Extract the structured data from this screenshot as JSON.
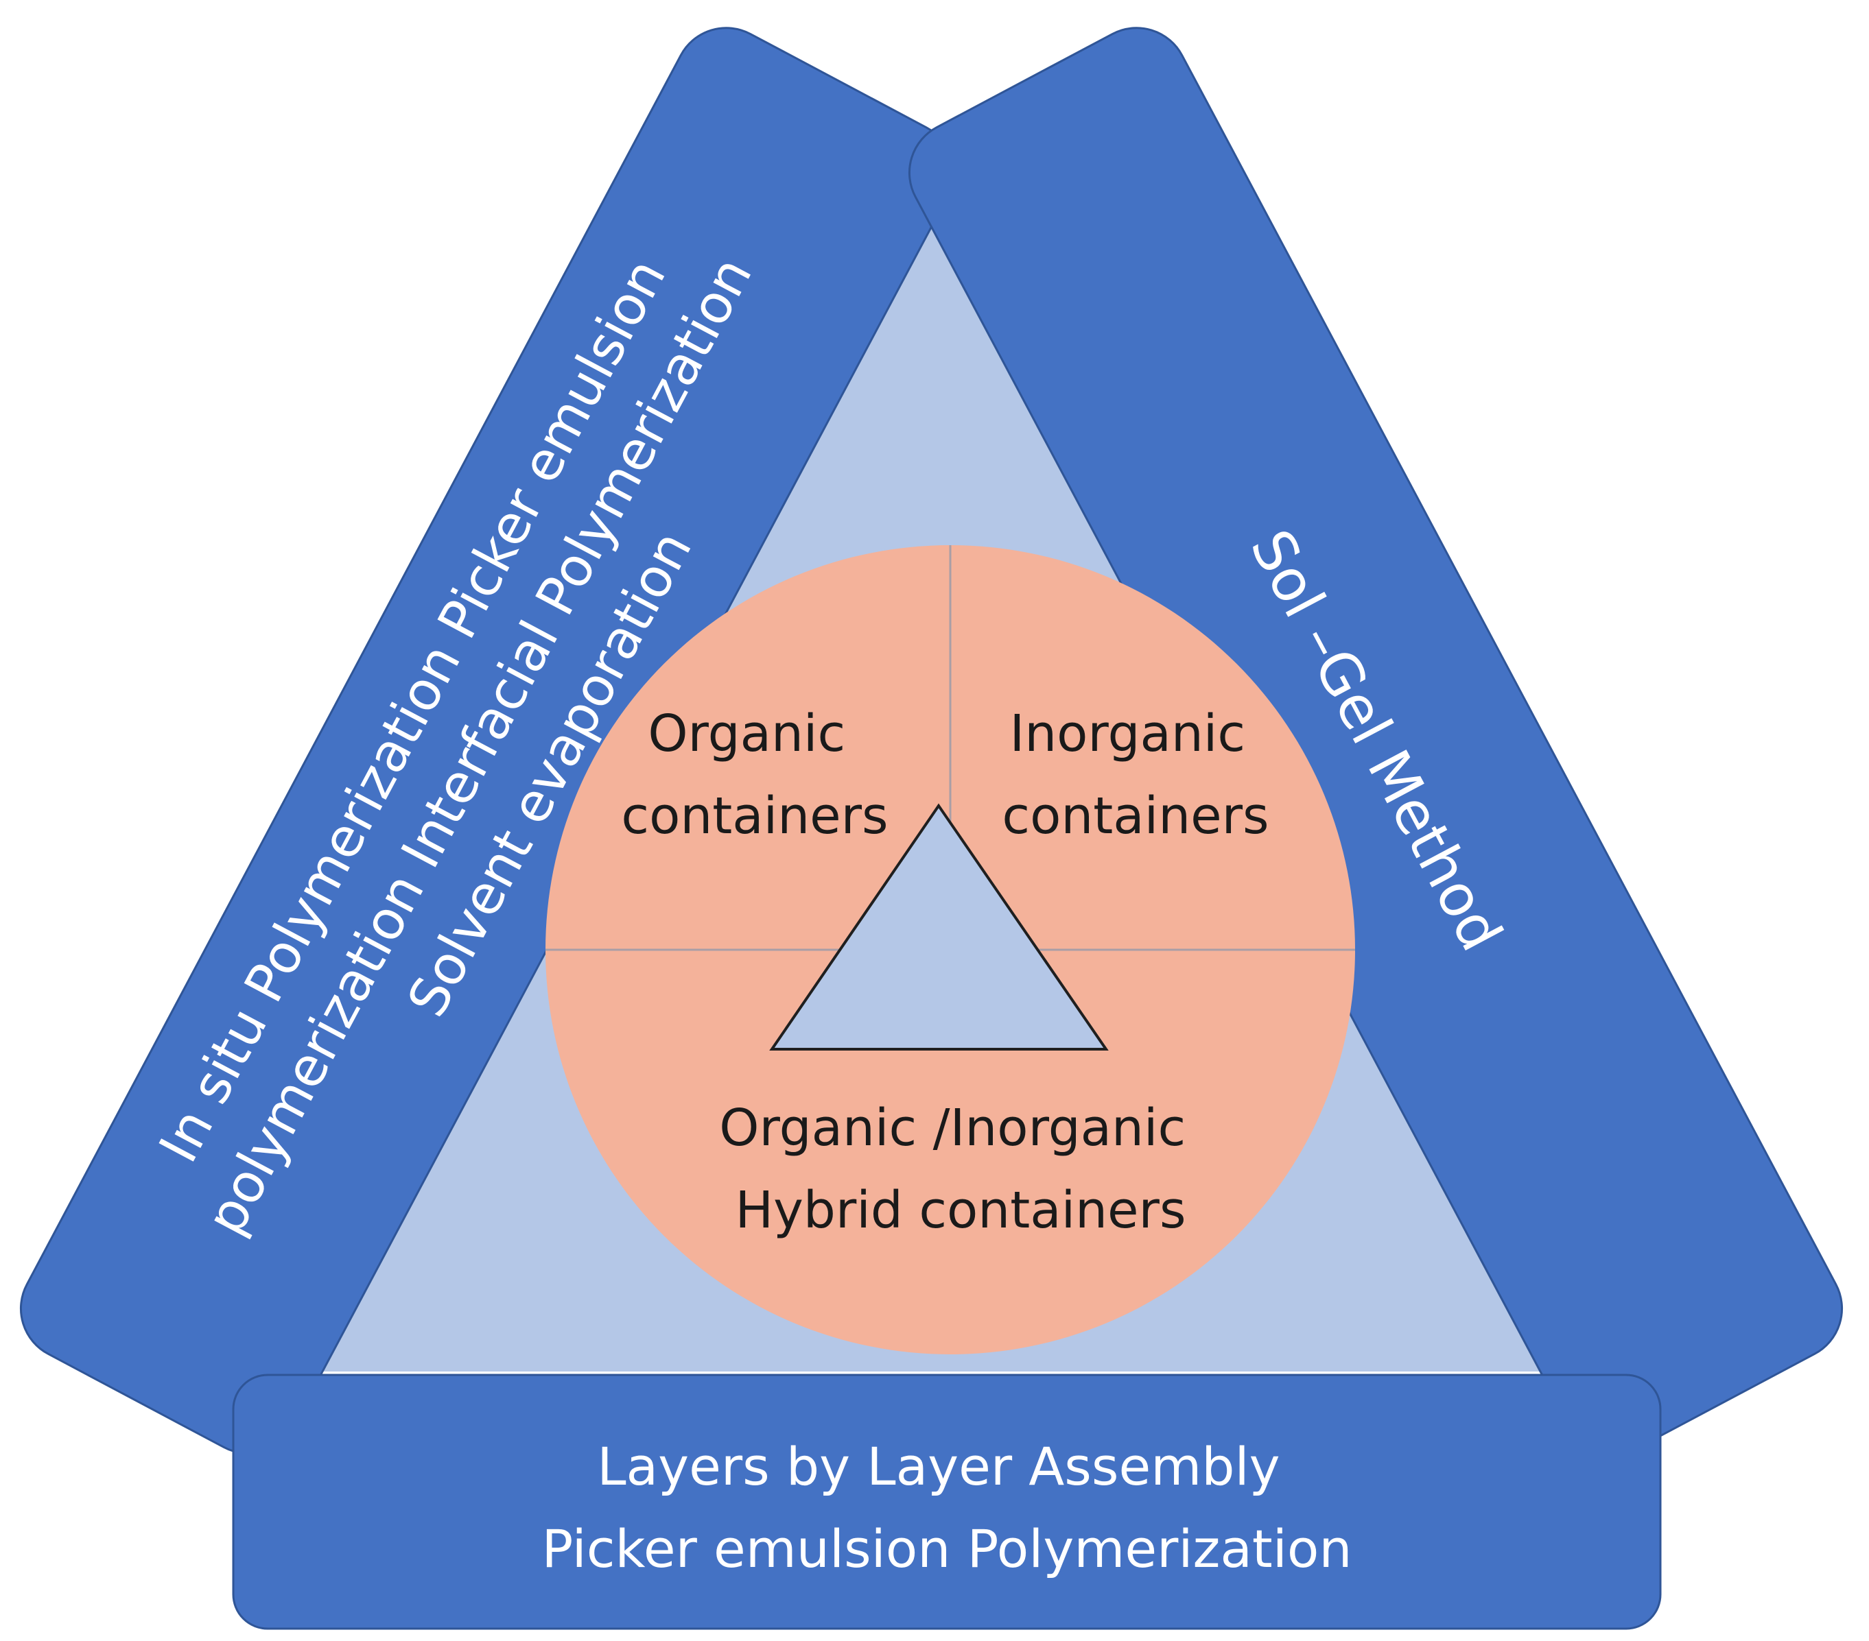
{
  "colors": {
    "band_fill": "#4472c4",
    "band_stroke": "#2f5597",
    "triangle_fill": "#b4c7e7",
    "circle_fill": "#f4b29a",
    "circle_stroke": "#a99ea6",
    "text_light": "#ffffff",
    "text_dark": "#1a1a1a"
  },
  "bands": {
    "left": {
      "lines": [
        "In situ Polymerization Picker emulsion",
        "polymerization Interfacial Polymerization",
        "Solvent evaporation"
      ]
    },
    "right": {
      "lines": [
        "Sol –Gel Method"
      ]
    },
    "bottom": {
      "lines": [
        "Layers by Layer Assembly",
        "Picker emulsion Polymerization"
      ]
    }
  },
  "circle": {
    "sectors": {
      "organic": {
        "lines": [
          "Organic",
          "containers"
        ]
      },
      "inorganic": {
        "lines": [
          "Inorganic",
          "containers"
        ]
      },
      "hybrid": {
        "lines": [
          "Organic /Inorganic",
          "Hybrid  containers"
        ]
      }
    }
  }
}
